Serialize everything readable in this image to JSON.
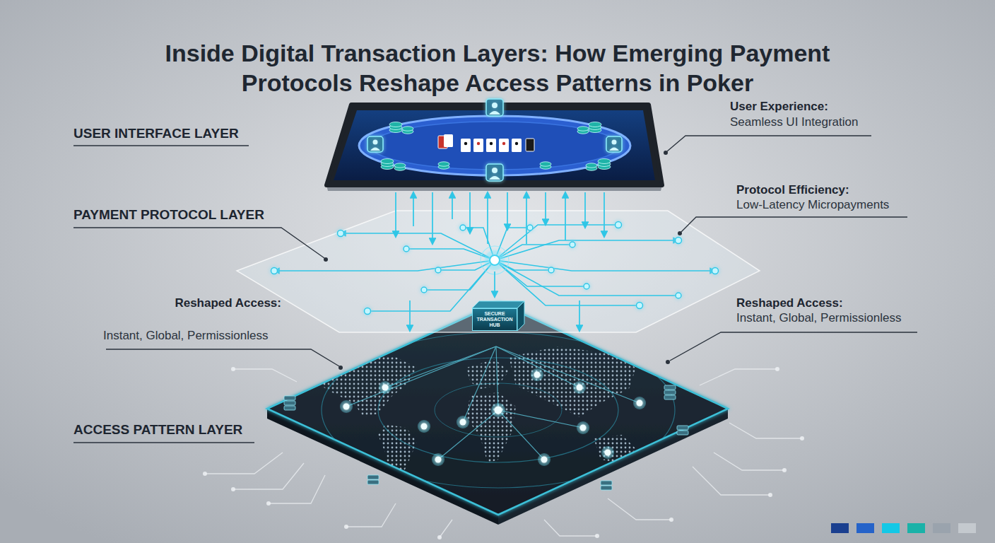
{
  "diagram": {
    "title": "Inside Digital Transaction Layers: How Emerging Payment Protocols Reshape Access Patterns in Poker",
    "nodes": [
      {
        "text": [
          "SECURE TRANSACTION HUB"
        ]
      }
    ],
    "labels": [
      "USER INTERFACE LAYER",
      "PAYMENT PROTOCOL LAYER",
      "ACCESS PATTERN LAYER",
      "User Experience:",
      "Seamless UI Integration",
      "Protocol Efficiency:",
      "Low-Latency Micropayments",
      "Reshaped Access:",
      "Instant, Global, Permissionless",
      "Reshaped Access:",
      "Instant, Global, Permissionless"
    ]
  }
}
